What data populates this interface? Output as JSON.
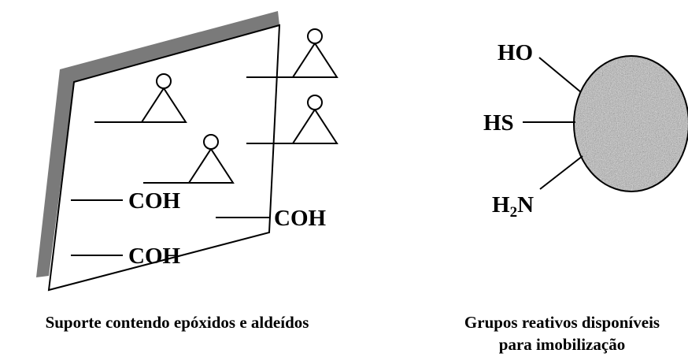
{
  "support": {
    "groups": [
      "COH",
      "COH",
      "COH"
    ],
    "caption": "Suporte contendo epóxidos e aldeídos"
  },
  "particle": {
    "groups": {
      "hydroxyl": "HO",
      "thiol": "HS",
      "amine_main": "H",
      "amine_sub": "2",
      "amine_tail": "N"
    },
    "caption_line1": "Grupos reativos disponíveis",
    "caption_line2": "para imobilização"
  },
  "colors": {
    "shadow": "#7a7a7a",
    "particle_base": "#b4b4b4",
    "line": "#000000"
  }
}
